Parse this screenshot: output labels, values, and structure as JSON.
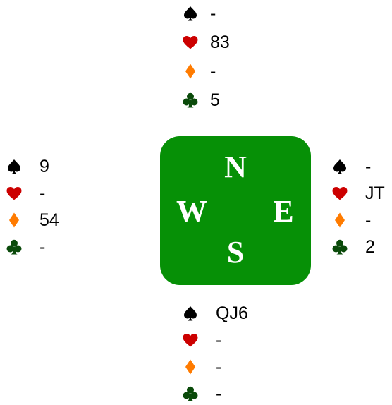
{
  "colors": {
    "spade": "#000000",
    "heart": "#cc0000",
    "diamond": "#ff7b00",
    "club": "#0a4a0a",
    "table": "#069006",
    "direction_text": "#ffffff"
  },
  "compass": {
    "north": "N",
    "south": "S",
    "east": "E",
    "west": "W"
  },
  "hands": {
    "north": {
      "spades": "-",
      "hearts": "83",
      "diamonds": "-",
      "clubs": "5"
    },
    "west": {
      "spades": "9",
      "hearts": "-",
      "diamonds": "54",
      "clubs": "-"
    },
    "east": {
      "spades": "-",
      "hearts": "JT",
      "diamonds": "-",
      "clubs": "2"
    },
    "south": {
      "spades": "QJ6",
      "hearts": "-",
      "diamonds": "-",
      "clubs": "-"
    }
  }
}
